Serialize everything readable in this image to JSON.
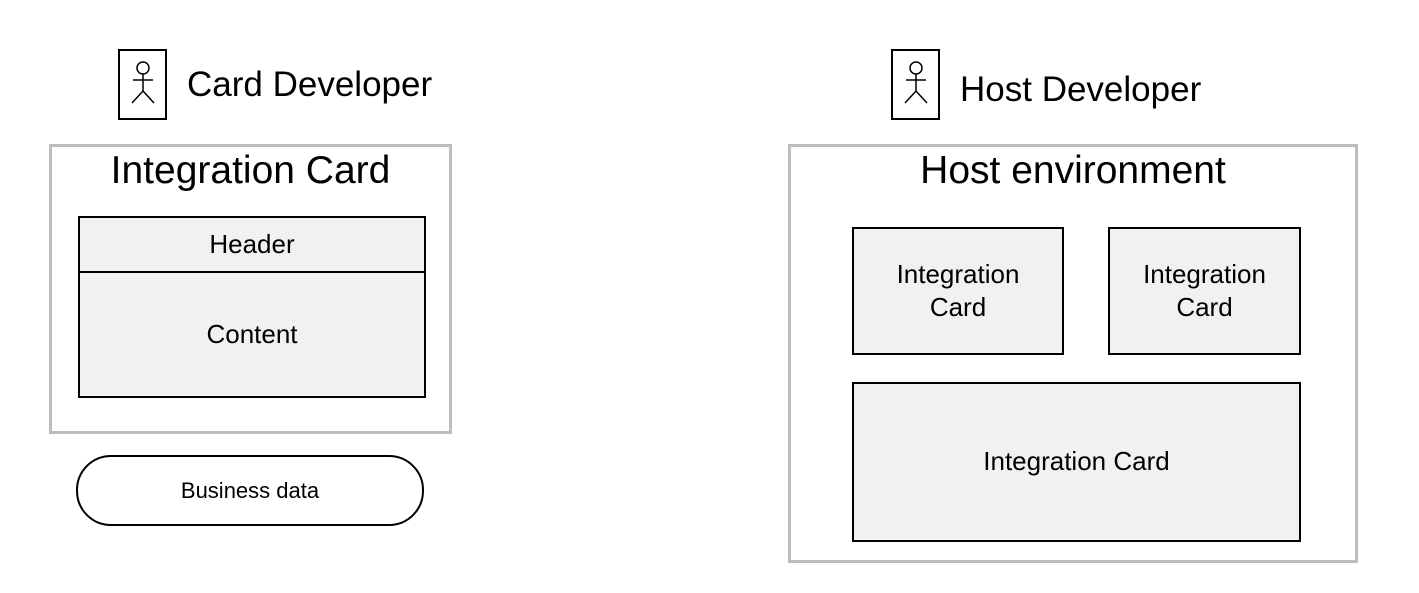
{
  "left": {
    "role_label": "Card Developer",
    "container_title": "Integration Card",
    "header_label": "Header",
    "content_label": "Content",
    "business_data_label": "Business data"
  },
  "right": {
    "role_label": "Host Developer",
    "container_title": "Host environment",
    "cards": [
      {
        "label_line1": "Integration",
        "label_line2": "Card"
      },
      {
        "label_line1": "Integration",
        "label_line2": "Card"
      },
      {
        "label": "Integration Card"
      }
    ]
  },
  "colors": {
    "container_border": "#bdbdbd",
    "box_fill": "#f1f1f1",
    "stroke": "#000000"
  }
}
